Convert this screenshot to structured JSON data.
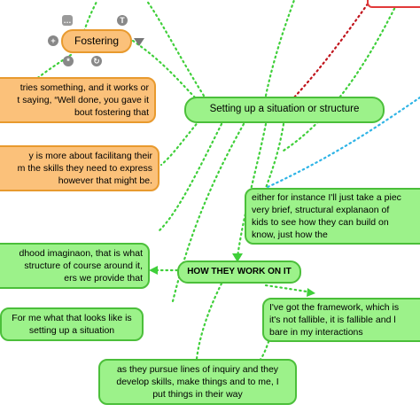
{
  "nodes": {
    "fostering": "Fostering",
    "tries": "tries something, and it works or\nt saying, “Well done, you gave it\nbout fostering that",
    "facilitating": "y is more about facilitang their\nm the skills they need to express\nhowever that might be.",
    "setting_up": "Setting up a situation or structure",
    "either": "either for instance I'll just take a piec\nvery brief, structural explanaon of\nkids to see how they can build on\nknow, just how the",
    "imagination": "dhood imaginaon, that is what\nstructure of course around it,\ners we provide that",
    "how_they_work": "HOW THEY WORK ON IT",
    "for_me": "For me what that looks like is\nsetting up a situation",
    "framework": "I've got the framework, which is\nit's not fallible, it is fallible and l\nbare in my interactions",
    "pursue": "as they pursue lines of inquiry and they\ndevelop skills, make things and to me, I\nput things in their way"
  },
  "colors": {
    "link_green": "#3fcf3a",
    "link_blue": "#2fb4e6",
    "link_red": "#c0141c",
    "node_green_fill": "#9cf28a",
    "node_orange_fill": "#fbc17a"
  },
  "icons": {
    "top_left": "ellipsis-icon",
    "top_right": "topic-icon",
    "left": "add-icon",
    "right": "collapse-icon",
    "bottom_left": "star-icon",
    "bottom_right": "refresh-icon"
  }
}
